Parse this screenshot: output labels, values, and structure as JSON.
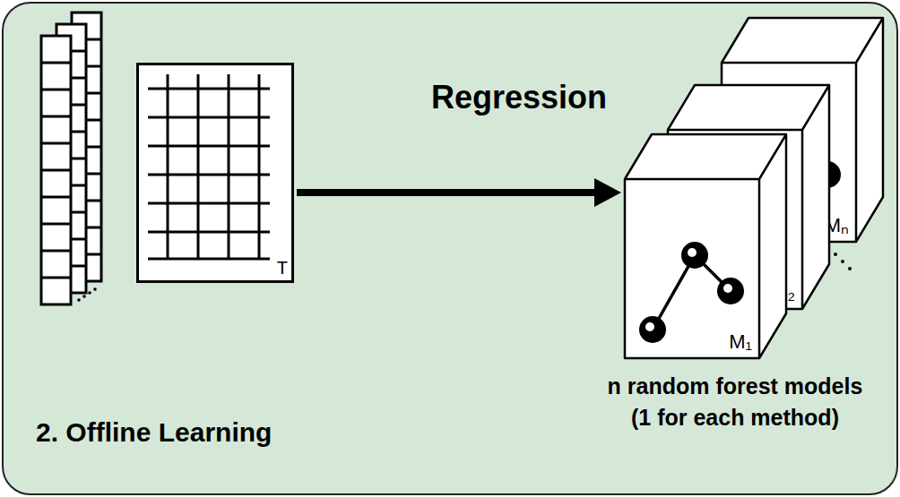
{
  "diagram": {
    "nodes": [
      {
        "text": [
          "2. Offline Learning"
        ]
      },
      {
        "text": [
          "T"
        ],
        "in": 0
      },
      {
        "text": [
          "M₁"
        ],
        "in": 0
      },
      {
        "text": [
          "M₂"
        ],
        "in": 0
      },
      {
        "text": [
          "Mₙ"
        ],
        "in": 0
      }
    ],
    "edges": [
      {
        "from": 1,
        "to": 2,
        "arrow": "to",
        "label": "Regression"
      }
    ],
    "labels": [
      "n random forest models (1 for each method)"
    ]
  }
}
